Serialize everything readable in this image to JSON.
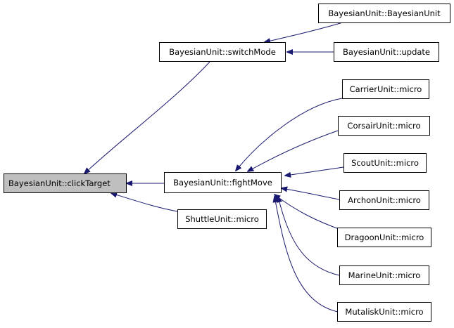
{
  "graph": {
    "type": "caller-graph",
    "edge_color": "#191970",
    "root_fill": "#bfbfbf",
    "nodes": {
      "clickTarget": {
        "label": "BayesianUnit::clickTarget",
        "highlighted": true
      },
      "switchMode": {
        "label": "BayesianUnit::switchMode"
      },
      "fightMove": {
        "label": "BayesianUnit::fightMove"
      },
      "shuttleMicro": {
        "label": "ShuttleUnit::micro"
      },
      "bayesianCtor": {
        "label": "BayesianUnit::BayesianUnit"
      },
      "update": {
        "label": "BayesianUnit::update"
      },
      "carrierMicro": {
        "label": "CarrierUnit::micro"
      },
      "corsairMicro": {
        "label": "CorsairUnit::micro"
      },
      "scoutMicro": {
        "label": "ScoutUnit::micro"
      },
      "archonMicro": {
        "label": "ArchonUnit::micro"
      },
      "dragoonMicro": {
        "label": "DragoonUnit::micro"
      },
      "marineMicro": {
        "label": "MarineUnit::micro"
      },
      "mutaliskMicro": {
        "label": "MutaliskUnit::micro"
      }
    },
    "edges": [
      {
        "from": "switchMode",
        "to": "clickTarget"
      },
      {
        "from": "fightMove",
        "to": "clickTarget"
      },
      {
        "from": "shuttleMicro",
        "to": "clickTarget"
      },
      {
        "from": "bayesianCtor",
        "to": "switchMode"
      },
      {
        "from": "update",
        "to": "switchMode"
      },
      {
        "from": "carrierMicro",
        "to": "fightMove"
      },
      {
        "from": "corsairMicro",
        "to": "fightMove"
      },
      {
        "from": "scoutMicro",
        "to": "fightMove"
      },
      {
        "from": "archonMicro",
        "to": "fightMove"
      },
      {
        "from": "dragoonMicro",
        "to": "fightMove"
      },
      {
        "from": "marineMicro",
        "to": "fightMove"
      },
      {
        "from": "mutaliskMicro",
        "to": "fightMove"
      }
    ]
  }
}
